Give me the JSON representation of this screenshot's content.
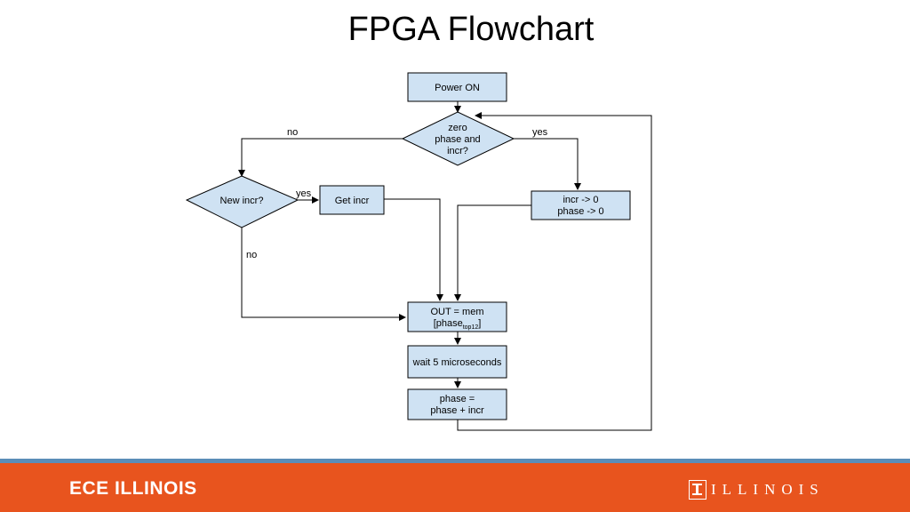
{
  "slide": {
    "title": "FPGA Flowchart"
  },
  "flowchart": {
    "nodes": {
      "power_on": "Power ON",
      "zero_check": [
        "zero",
        "phase and",
        "incr?"
      ],
      "new_incr": "New incr?",
      "get_incr": "Get incr",
      "reset": [
        "incr -> 0",
        "phase -> 0"
      ],
      "out": {
        "line1": "OUT = mem",
        "line2_prefix": "[phase",
        "line2_sub": "top12",
        "line2_suffix": "]"
      },
      "wait": "wait 5 microseconds",
      "phase_update": [
        "phase =",
        "phase + incr"
      ]
    },
    "edges": {
      "zero_no": "no",
      "zero_yes": "yes",
      "new_incr_yes": "yes",
      "new_incr_no": "no"
    }
  },
  "footer": {
    "left_text": "ECE ILLINOIS",
    "right_text": "ILLINOIS",
    "colors": {
      "band": "#e8541e",
      "stripe": "#5b8db8"
    }
  }
}
